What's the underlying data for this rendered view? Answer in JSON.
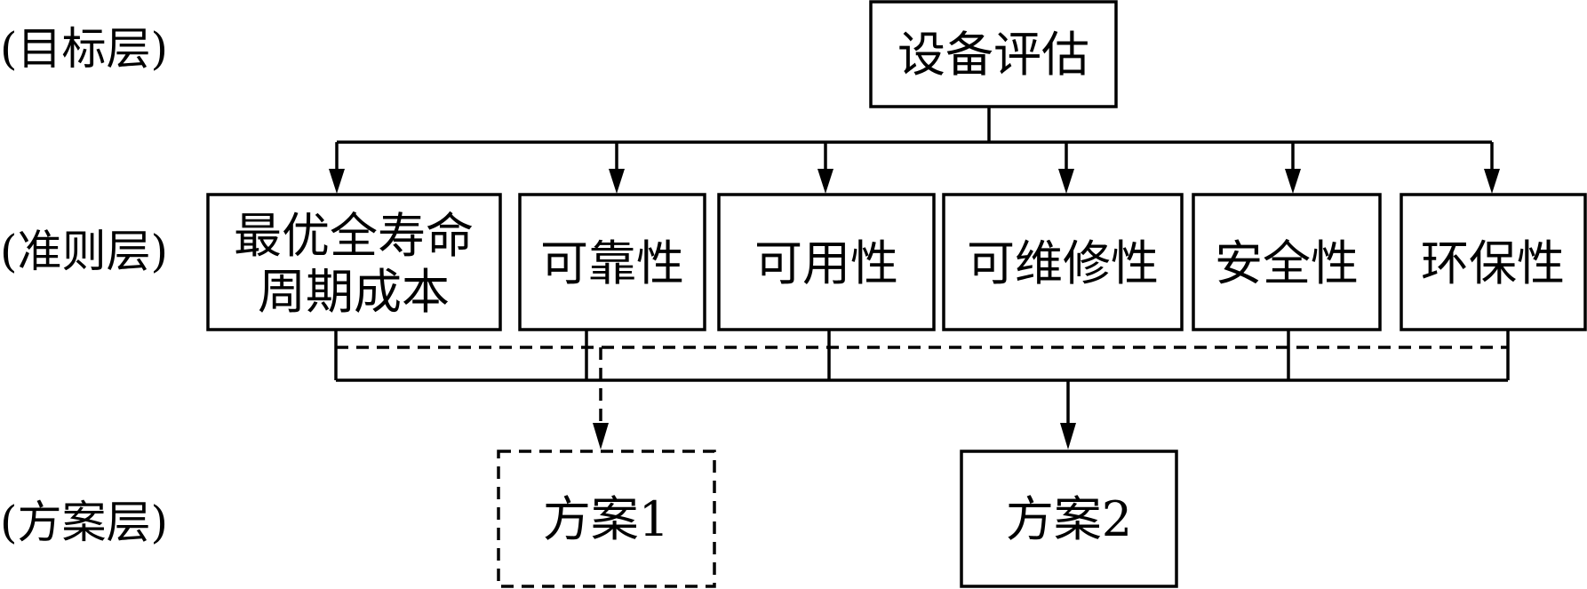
{
  "layers": {
    "goal": "(目标层)",
    "criteria": "(准则层)",
    "alternatives": "(方案层)"
  },
  "goal": {
    "label": "设备评估"
  },
  "criteria": [
    {
      "line1": "最优全寿命",
      "line2": "周期成本"
    },
    {
      "line1": "可靠性"
    },
    {
      "line1": "可用性"
    },
    {
      "line1": "可维修性"
    },
    {
      "line1": "安全性"
    },
    {
      "line1": "环保性"
    }
  ],
  "alternatives": [
    {
      "label": "方案1",
      "style": "dashed"
    },
    {
      "label": "方案2",
      "style": "solid"
    }
  ]
}
